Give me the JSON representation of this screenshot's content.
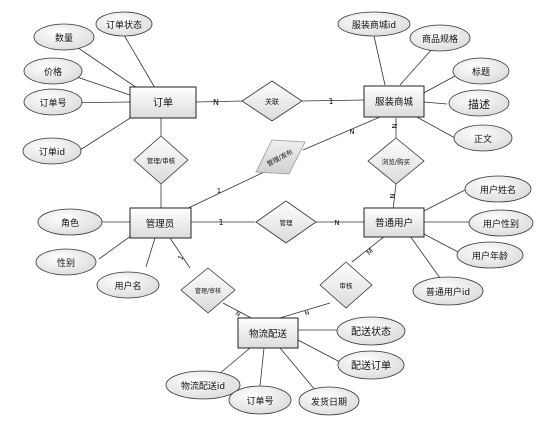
{
  "entities": {
    "order": "订单",
    "mall": "服装商城",
    "admin": "管理员",
    "user": "普通用户",
    "logistics": "物流配送"
  },
  "relationships": {
    "relate": "关联",
    "manage_review_order": "管理/审核",
    "manage_publish": "管理/发布",
    "browse_buy": "浏览/购买",
    "manage_user": "管理",
    "manage_review_logistics": "管理/审核",
    "review": "审核"
  },
  "attributes": {
    "order_status": "订单状态",
    "quantity": "数量",
    "price": "价格",
    "order_no": "订单号",
    "order_id": "订单id",
    "mall_id": "服装商城id",
    "product_spec": "商品规格",
    "title": "标题",
    "description": "描述",
    "body": "正文",
    "role": "角色",
    "gender": "性别",
    "username": "用户名",
    "user_name": "用户姓名",
    "user_gender": "用户性别",
    "user_age": "用户年龄",
    "user_id": "普通用户id",
    "delivery_status": "配送状态",
    "delivery_order": "配送订单",
    "logistics_id": "物流配送id",
    "logistics_order_no": "订单号",
    "ship_date": "发货日期"
  },
  "cardinalities": {
    "order_relate": "N",
    "relate_mall": "1",
    "publish_mall": "N",
    "admin_publish": "1",
    "browse_mall": "N",
    "browse_user": "N",
    "admin_manage": "1",
    "manage_user": "N",
    "admin_logistics": "1",
    "logistics_manage": "N",
    "user_review": "M",
    "review_logistics": "N"
  }
}
